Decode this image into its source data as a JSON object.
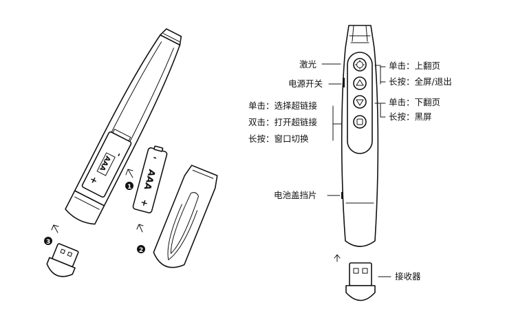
{
  "left_figure": {
    "battery_compartment_label": "AAA",
    "battery_label": "AAA",
    "plus_sign": "+",
    "minus_sign": "-",
    "steps": [
      "1",
      "2",
      "3"
    ]
  },
  "right_figure": {
    "labels": {
      "laser": "激光",
      "power_switch": "电源开关",
      "left_group": [
        "单击：选择超链接",
        "双击：打开超链接",
        "长按：窗口切换"
      ],
      "upper_right_group": [
        "单击：上翻页",
        "长按：全屏/退出"
      ],
      "lower_right_group": [
        "单击：下翻页",
        "长按：黑屏"
      ],
      "battery_cover": "电池盖挡片",
      "receiver": "接收器"
    }
  }
}
